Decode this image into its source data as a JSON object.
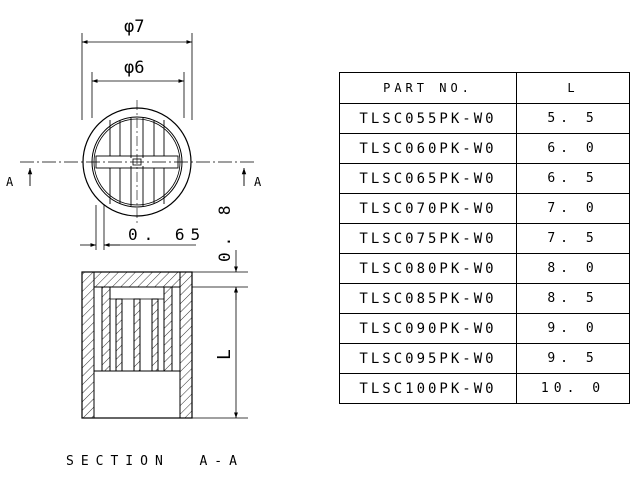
{
  "dimensions": {
    "outer_diameter": "φ7",
    "inner_diameter": "φ6",
    "wall_thickness": "0. 65",
    "top_thickness": "0. 8",
    "length": "L"
  },
  "section_marks": {
    "left": "A",
    "right": "A"
  },
  "section_label": "SECTION  A-A",
  "table": {
    "headers": [
      "PART NO.",
      "L"
    ],
    "rows": [
      [
        "TLSC055PK-W0",
        "5. 5"
      ],
      [
        "TLSC060PK-W0",
        "6. 0"
      ],
      [
        "TLSC065PK-W0",
        "6. 5"
      ],
      [
        "TLSC070PK-W0",
        "7. 0"
      ],
      [
        "TLSC075PK-W0",
        "7. 5"
      ],
      [
        "TLSC080PK-W0",
        "8. 0"
      ],
      [
        "TLSC085PK-W0",
        "8. 5"
      ],
      [
        "TLSC090PK-W0",
        "9. 0"
      ],
      [
        "TLSC095PK-W0",
        "9. 5"
      ],
      [
        "TLSC100PK-W0",
        "10. 0"
      ]
    ]
  }
}
